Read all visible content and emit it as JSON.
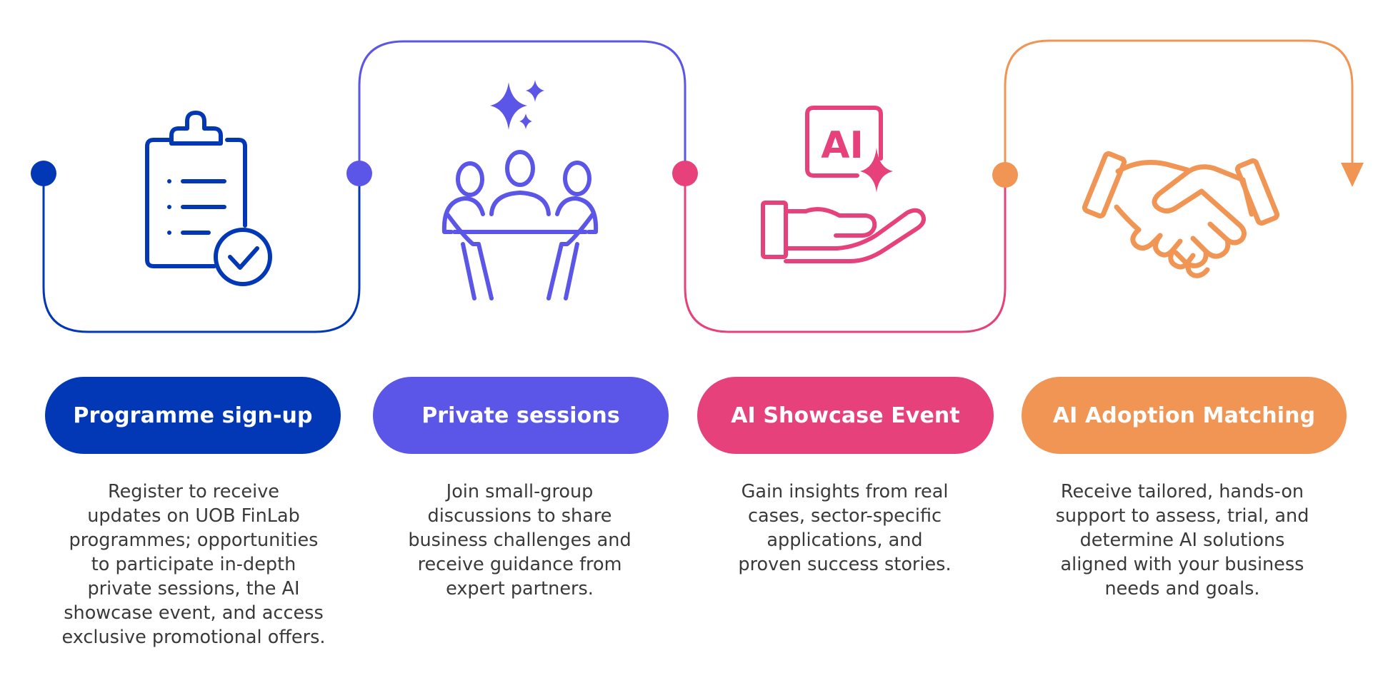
{
  "colors": {
    "blue": "#0238b6",
    "purple": "#5b56e8",
    "pink": "#e6417a",
    "orange": "#f09553",
    "text": "#3a3a3a"
  },
  "steps": [
    {
      "title": "Programme sign-up",
      "icon": "clipboard-check-icon",
      "color": "#0238b6",
      "description_lines": [
        "Register to receive",
        "updates on UOB FinLab",
        "programmes; opportunities",
        "to participate in-depth",
        "private sessions, the AI",
        "showcase event, and access",
        "exclusive promotional offers."
      ]
    },
    {
      "title": "Private sessions",
      "icon": "group-meeting-sparkles-icon",
      "color": "#5b56e8",
      "description_lines": [
        "Join small-group",
        "discussions to share",
        "business challenges and",
        "receive guidance from",
        "expert partners."
      ]
    },
    {
      "title": "AI Showcase Event",
      "icon": "hand-holding-ai-icon",
      "color": "#e6417a",
      "icon_text": "AI",
      "description_lines": [
        "Gain insights from real",
        "cases, sector-specific",
        "applications, and",
        "proven success stories."
      ]
    },
    {
      "title": "AI Adoption Matching",
      "icon": "handshake-icon",
      "color": "#f09553",
      "description_lines": [
        "Receive tailored, hands-on",
        "support to assess, trial, and",
        "determine AI solutions",
        "aligned with your business",
        "needs and goals."
      ]
    }
  ]
}
